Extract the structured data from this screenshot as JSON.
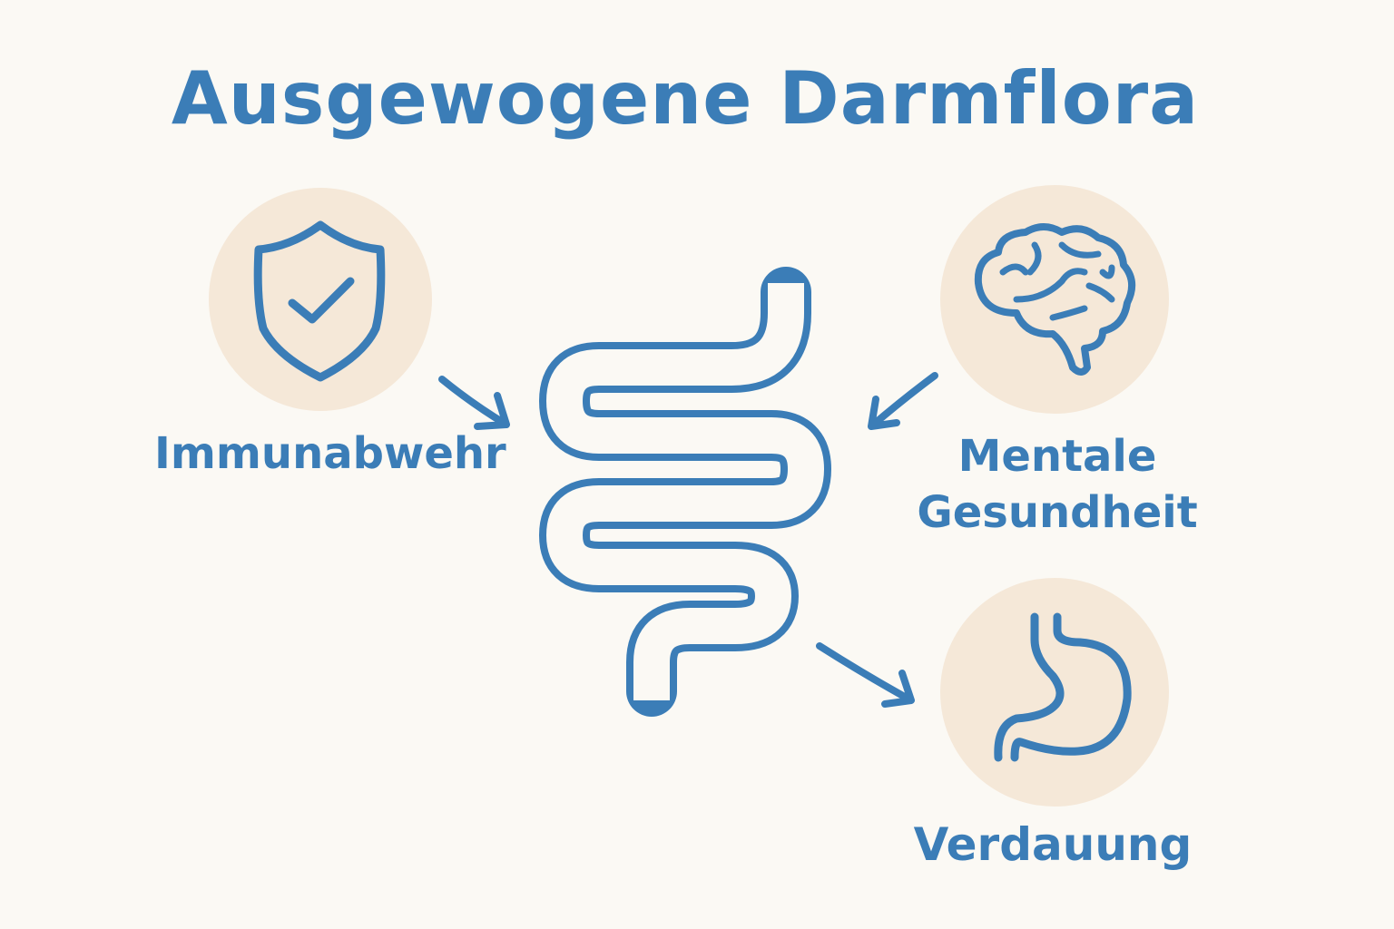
{
  "title": "Ausgewogene Darmflora",
  "labels": {
    "immune": "Immunabwehr",
    "mental_line1": "Mentale",
    "mental_line2": "Gesundheit",
    "digestion": "Verdauung"
  },
  "icons": [
    "shield-check-icon",
    "brain-icon",
    "stomach-icon",
    "intestine-icon",
    "arrow-icon"
  ],
  "colors": {
    "background": "#FBF9F4",
    "accent": "#3B7DB7",
    "circle": "#F5E8D8"
  }
}
